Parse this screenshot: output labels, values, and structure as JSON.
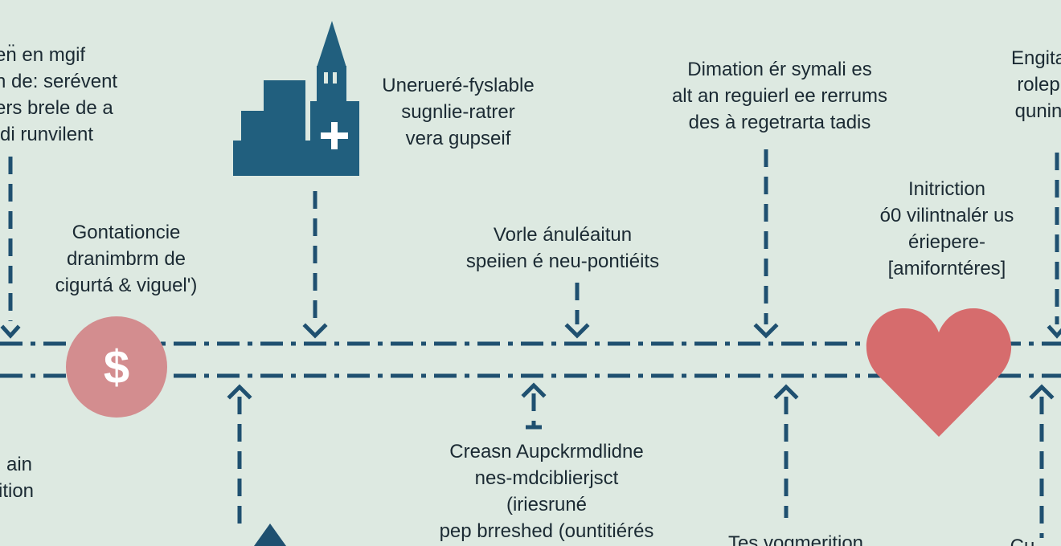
{
  "colors": {
    "background": "#dde9e1",
    "line": "#1f5070",
    "church": "#215f7e",
    "coin": "#d38d8f",
    "heart": "#d66c6d",
    "text": "#1b2a33"
  },
  "icons": [
    "church-icon",
    "dollar-coin-icon",
    "heart-icon",
    "triangle-icon"
  ],
  "coin_symbol": "$",
  "labels_top": [
    {
      "name": "label-top-left",
      "lines": [
        "en̈ en mgif",
        "n de: serévent",
        "ers brele de a",
        "di runvilent"
      ]
    },
    {
      "name": "label-top-church",
      "lines": [
        "Unerueré-fyslable",
        "sugnlie-ratrer",
        "vera gupseif"
      ]
    },
    {
      "name": "label-top-center-right",
      "lines": [
        "Dimation ér symali es",
        "alt an reguierl ee rerrums",
        "des à regetrarta tadis"
      ]
    },
    {
      "name": "label-top-far-right",
      "lines": [
        "Engita",
        "rolep",
        "qunin"
      ]
    }
  ],
  "labels_middle": [
    {
      "name": "label-mid-left",
      "lines": [
        "Gontationcie",
        "dranimbrm de",
        "cigurtá & viguel')"
      ]
    },
    {
      "name": "label-mid-center",
      "lines": [
        "Vorle ánuléaitun",
        "speiien é neu-pontiéits"
      ]
    },
    {
      "name": "label-mid-right",
      "lines": [
        "Initriction",
        "ó0 vilintnalér us",
        "ériepere-",
        "[amiforntéres]"
      ]
    }
  ],
  "labels_bottom": [
    {
      "name": "label-bottom-left",
      "lines": [
        "ain",
        "ition"
      ]
    },
    {
      "name": "label-bottom-center",
      "lines": [
        "Creasn Aupckrmdlidne",
        "nes-mdciblierjsct",
        "(iriesruné",
        "pep brreshed (ountitiérés"
      ]
    },
    {
      "name": "label-bottom-right",
      "lines": [
        "Tes vogmerition"
      ]
    },
    {
      "name": "label-bottom-far-right",
      "lines": [
        "Cu"
      ]
    }
  ]
}
